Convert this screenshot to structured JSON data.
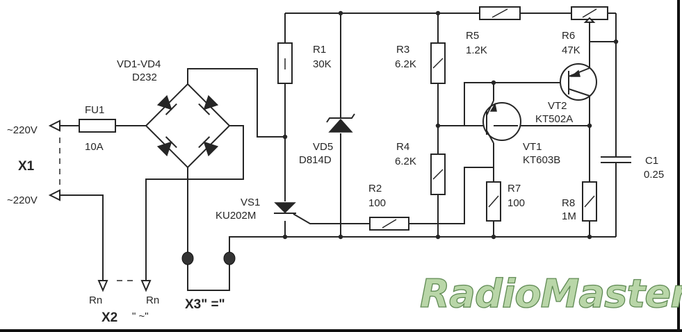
{
  "labels": {
    "input_voltage_1": "~220V",
    "input_voltage_2": "~220V",
    "connector_x1": "X1",
    "connector_x2": "X2",
    "connector_x2_type": "\" ~\"",
    "connector_x3": "X3\" =\"",
    "load_1": "Rn",
    "load_2": "Rn",
    "fuse_name": "FU1",
    "fuse_value": "10A",
    "bridge_name": "VD1-VD4",
    "bridge_type": "D232",
    "thyristor_name": "VS1",
    "thyristor_type": "KU202M",
    "zener_name": "VD5",
    "zener_type": "D814D",
    "r1_name": "R1",
    "r1_value": "30K",
    "r2_name": "R2",
    "r2_value": "100",
    "r3_name": "R3",
    "r3_value": "6.2K",
    "r4_name": "R4",
    "r4_value": "6.2K",
    "r5_name": "R5",
    "r5_value": "1.2K",
    "r6_name": "R6",
    "r6_value": "47K",
    "r7_name": "R7",
    "r7_value": "100",
    "r8_name": "R8",
    "r8_value": "1M",
    "vt1_name": "VT1",
    "vt1_type": "KT603B",
    "vt2_name": "VT2",
    "vt2_type": "KT502A",
    "c1_name": "C1",
    "c1_value": "0.25"
  },
  "watermark": "RadioMaster.com.ua",
  "colors": {
    "ink": "#262626",
    "watermark_fill": "#b9d6a8",
    "watermark_outline": "#5f8a53"
  }
}
